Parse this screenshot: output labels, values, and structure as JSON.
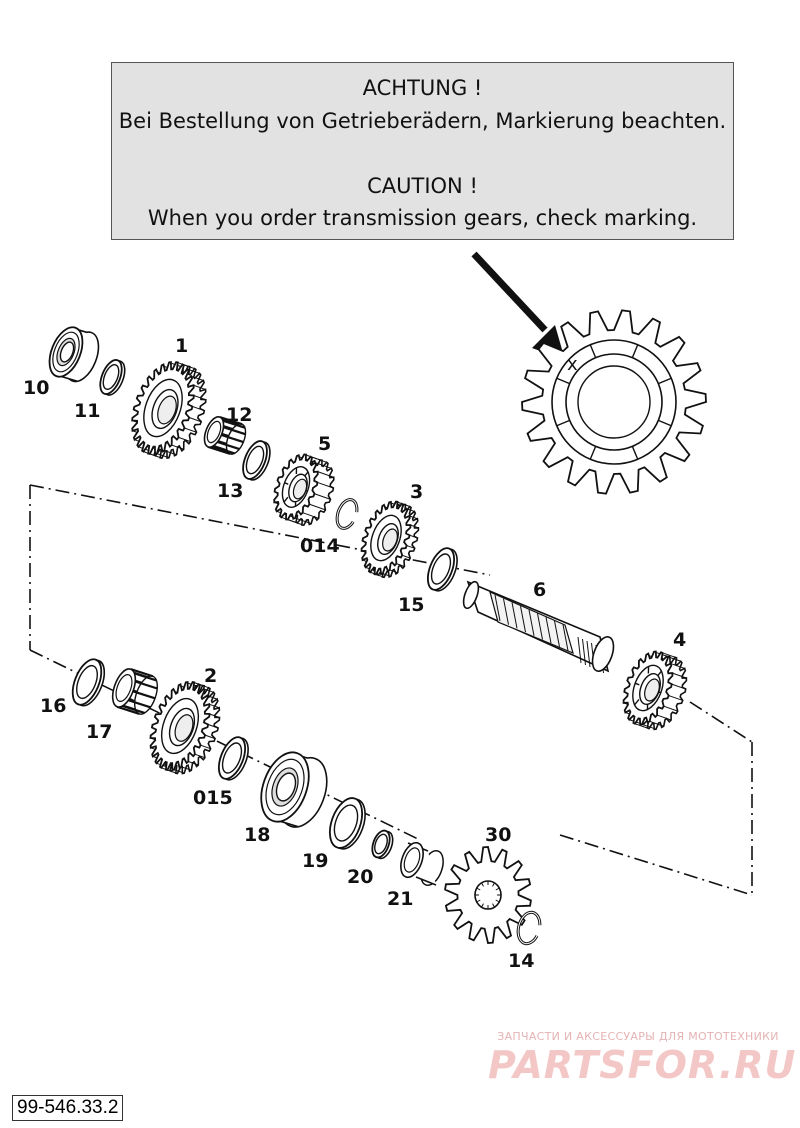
{
  "notice": {
    "title_de": "ACHTUNG !",
    "text_de": "Bei Bestellung von Getrieberädern, Markierung beachten.",
    "title_en": "CAUTION !",
    "text_en": "When you order transmission gears, check marking."
  },
  "detail": {
    "mark": "x"
  },
  "parts": {
    "p1": "1",
    "p2": "2",
    "p3": "3",
    "p4": "4",
    "p5": "5",
    "p6": "6",
    "p10": "10",
    "p11": "11",
    "p12": "12",
    "p13": "13",
    "p014": "014",
    "p14": "14",
    "p15": "15",
    "p015": "015",
    "p16": "16",
    "p17": "17",
    "p18": "18",
    "p19": "19",
    "p20": "20",
    "p21": "21",
    "p30": "30"
  },
  "document_number": "99-546.33.2",
  "watermark": {
    "subtitle": "ЗАПЧАСТИ И АКСЕССУАРЫ ДЛЯ МОТОТЕХНИКИ",
    "brand": "PARTSFOR.RU"
  }
}
